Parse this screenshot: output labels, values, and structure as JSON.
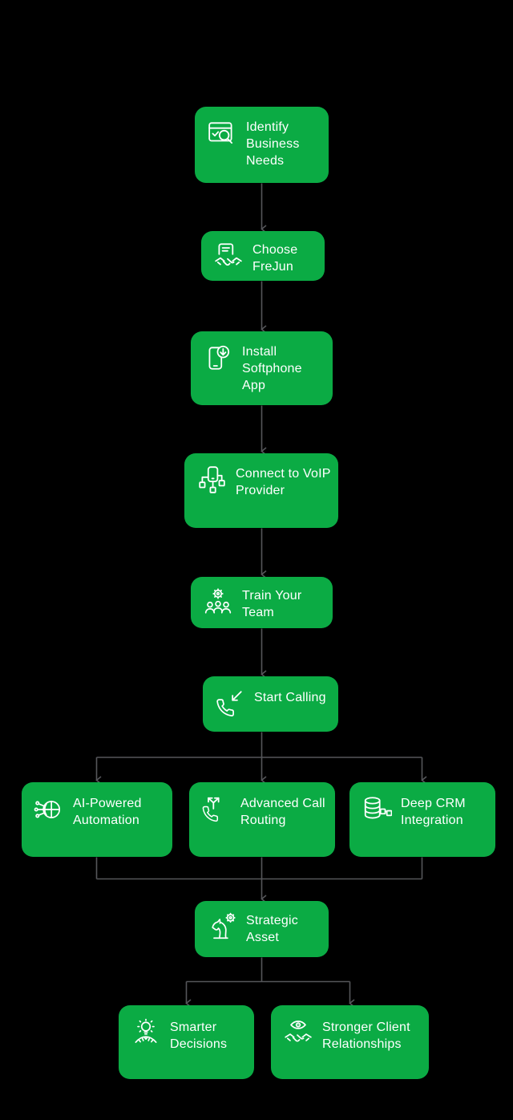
{
  "colors": {
    "background": "#000000",
    "node_fill": "#0BAB44",
    "node_text": "#FFFFFF",
    "connector": "#55565A"
  },
  "flowchart": {
    "nodes": [
      {
        "id": "identify-business-needs",
        "label": "Identify Business Needs",
        "icon": "browser-search-icon"
      },
      {
        "id": "choose-frejun",
        "label": "Choose FreJun",
        "icon": "contract-handshake-icon"
      },
      {
        "id": "install-softphone-app",
        "label": "Install Softphone App",
        "icon": "phone-download-icon"
      },
      {
        "id": "connect-to-voip-provider",
        "label": "Connect to VoIP Provider",
        "icon": "device-network-icon"
      },
      {
        "id": "train-your-team",
        "label": "Train Your Team",
        "icon": "team-gear-icon"
      },
      {
        "id": "start-calling",
        "label": "Start Calling",
        "icon": "phone-incoming-icon"
      },
      {
        "id": "ai-powered-automation",
        "label": "AI-Powered Automation",
        "icon": "ai-circuit-icon"
      },
      {
        "id": "advanced-call-routing",
        "label": "Advanced Call Routing",
        "icon": "call-routing-icon"
      },
      {
        "id": "deep-crm-integration",
        "label": "Deep CRM Integration",
        "icon": "database-integration-icon"
      },
      {
        "id": "strategic-asset",
        "label": "Strategic Asset",
        "icon": "knight-gear-icon"
      },
      {
        "id": "smarter-decisions",
        "label": "Smarter Decisions",
        "icon": "idea-person-icon"
      },
      {
        "id": "stronger-client-relationships",
        "label": "Stronger Client Relationships",
        "icon": "eye-handshake-icon"
      }
    ]
  }
}
